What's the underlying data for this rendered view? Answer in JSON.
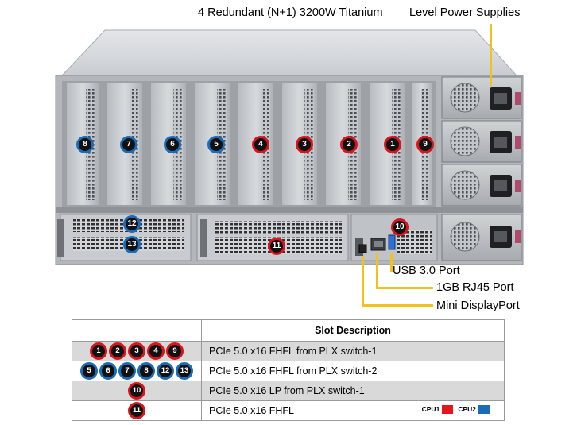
{
  "callouts": {
    "psu_left": "4 Redundant (N+1) 3200W Titanium",
    "psu_right": "Level Power Supplies",
    "usb": "USB 3.0 Port",
    "rj45": "1GB RJ45 Port",
    "displayport": "Mini DisplayPort"
  },
  "chassis_badges": [
    {
      "label": "8",
      "cpu": "cpu2"
    },
    {
      "label": "7",
      "cpu": "cpu2"
    },
    {
      "label": "6",
      "cpu": "cpu2"
    },
    {
      "label": "5",
      "cpu": "cpu2"
    },
    {
      "label": "4",
      "cpu": "cpu1"
    },
    {
      "label": "3",
      "cpu": "cpu1"
    },
    {
      "label": "2",
      "cpu": "cpu1"
    },
    {
      "label": "1",
      "cpu": "cpu1"
    },
    {
      "label": "9",
      "cpu": "cpu1"
    },
    {
      "label": "12",
      "cpu": "cpu2"
    },
    {
      "label": "13",
      "cpu": "cpu2"
    },
    {
      "label": "11",
      "cpu": "cpu1"
    },
    {
      "label": "10",
      "cpu": "cpu1"
    }
  ],
  "table": {
    "header": "Slot Description",
    "rows": [
      {
        "slots": [
          {
            "label": "1",
            "cpu": "cpu1"
          },
          {
            "label": "2",
            "cpu": "cpu1"
          },
          {
            "label": "3",
            "cpu": "cpu1"
          },
          {
            "label": "4",
            "cpu": "cpu1"
          },
          {
            "label": "9",
            "cpu": "cpu1"
          }
        ],
        "description": "PCIe 5.0 x16 FHFL from PLX switch-1",
        "shaded": true
      },
      {
        "slots": [
          {
            "label": "5",
            "cpu": "cpu2"
          },
          {
            "label": "6",
            "cpu": "cpu2"
          },
          {
            "label": "7",
            "cpu": "cpu2"
          },
          {
            "label": "8",
            "cpu": "cpu2"
          },
          {
            "label": "12",
            "cpu": "cpu2"
          },
          {
            "label": "13",
            "cpu": "cpu2"
          }
        ],
        "description": "PCIe 5.0 x16 FHFL from PLX switch-2",
        "shaded": false
      },
      {
        "slots": [
          {
            "label": "10",
            "cpu": "cpu1"
          }
        ],
        "description": "PCIe 5.0 x16 LP from PLX switch-1",
        "shaded": true
      },
      {
        "slots": [
          {
            "label": "11",
            "cpu": "cpu1"
          }
        ],
        "description": "PCIe 5.0 x16 FHFL",
        "shaded": false
      }
    ],
    "legend": {
      "cpu1_label": "CPU1",
      "cpu2_label": "CPU2",
      "cpu1_color": "#e8141c",
      "cpu2_color": "#1a6bb8"
    }
  }
}
